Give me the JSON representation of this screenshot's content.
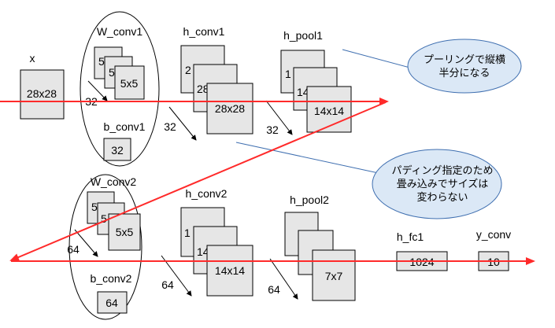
{
  "colors": {
    "arrow": "#ff2a2a",
    "box_fill": "#e6e6e6",
    "bubble_fill": "#dbe8f6",
    "bubble_stroke": "#3f6fb0"
  },
  "row1": {
    "x_label": "x",
    "x_size": "28x28",
    "w_conv1_label": "W_conv1",
    "w_conv1_kernel": "5x5",
    "w_conv1_partial_a": "5",
    "w_conv1_partial_b": "5",
    "w_conv1_count": "32",
    "b_conv1_label": "b_conv1",
    "b_conv1_value": "32",
    "h_conv1_label": "h_conv1",
    "h_conv1_size": "28x28",
    "h_conv1_partial_a": "2",
    "h_conv1_partial_b": "28",
    "h_conv1_count": "32",
    "h_pool1_label": "h_pool1",
    "h_pool1_size": "14x14",
    "h_pool1_partial_a": "1",
    "h_pool1_partial_b": "14",
    "h_pool1_count": "32"
  },
  "row2": {
    "w_conv2_label": "W_conv2",
    "w_conv2_kernel": "5x5",
    "w_conv2_partial_a": "5",
    "w_conv2_partial_b": "5",
    "w_conv2_count": "64",
    "b_conv2_label": "b_conv2",
    "b_conv2_value": "64",
    "h_conv2_label": "h_conv2",
    "h_conv2_size": "14x14",
    "h_conv2_partial_a": "1",
    "h_conv2_partial_b": "14",
    "h_conv2_count": "64",
    "h_pool2_label": "h_pool2",
    "h_pool2_size": "7x7",
    "h_pool2_count": "64",
    "h_fc1_label": "h_fc1",
    "h_fc1_value": "1024",
    "y_conv_label": "y_conv",
    "y_conv_value": "10"
  },
  "callouts": {
    "pooling_line1": "プーリングで縦横",
    "pooling_line2": "半分になる",
    "padding_line1": "パディング指定のため",
    "padding_line2": "畳み込みでサイズは",
    "padding_line3": "変わらない"
  }
}
